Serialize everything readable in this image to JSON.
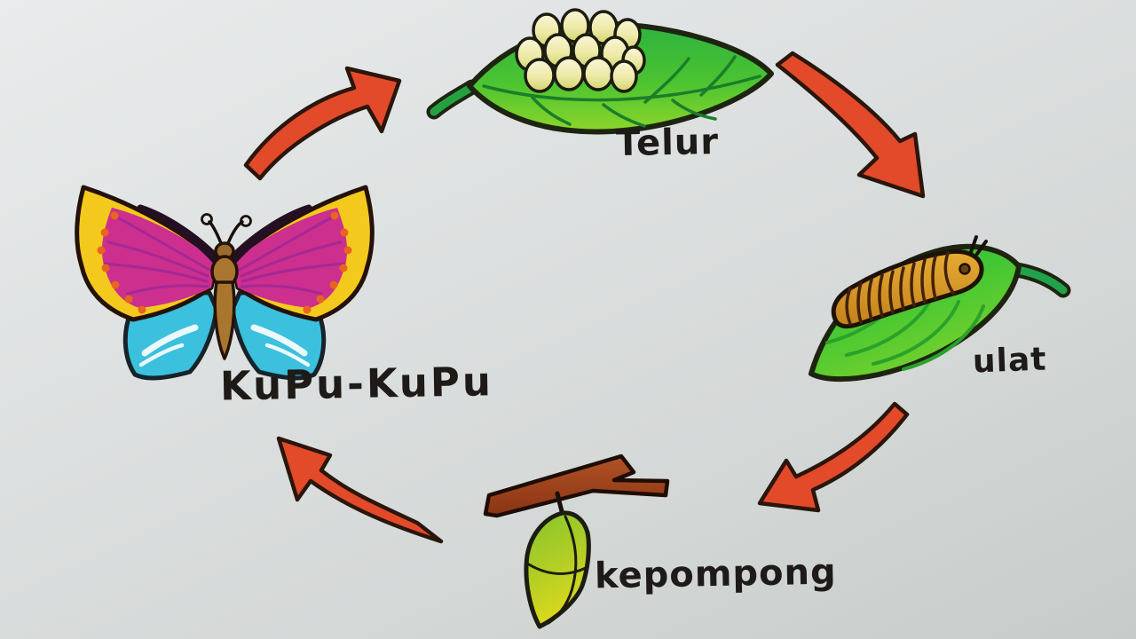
{
  "diagram": {
    "type": "cycle",
    "stages": [
      {
        "id": "telur",
        "label": "Telur",
        "illustration": "eggs-on-leaf"
      },
      {
        "id": "ulat",
        "label": "ulat",
        "illustration": "caterpillar-on-leaf"
      },
      {
        "id": "kepompong",
        "label": "kepompong",
        "illustration": "chrysalis-on-branch"
      },
      {
        "id": "kupu_kupu",
        "label": "KuPu-KuPu",
        "illustration": "butterfly"
      }
    ],
    "arrows": [
      {
        "from": "kupu_kupu",
        "to": "telur"
      },
      {
        "from": "telur",
        "to": "ulat"
      },
      {
        "from": "ulat",
        "to": "kepompong"
      },
      {
        "from": "kepompong",
        "to": "kupu_kupu"
      }
    ],
    "colors": {
      "background": "#d7dbda",
      "arrow_red": "#e34a29",
      "leaf_green": "#3cbf3a",
      "egg_cream": "#f5efc8",
      "caterpillar_orange": "#d99b2d",
      "chrysalis_green": "#aacb28",
      "wing_pink": "#cc2f8d",
      "wing_yellow": "#f4c91d",
      "wing_blue": "#3bc0dd",
      "branch_brown": "#9c3f1a",
      "ink": "#1d1a18"
    }
  }
}
